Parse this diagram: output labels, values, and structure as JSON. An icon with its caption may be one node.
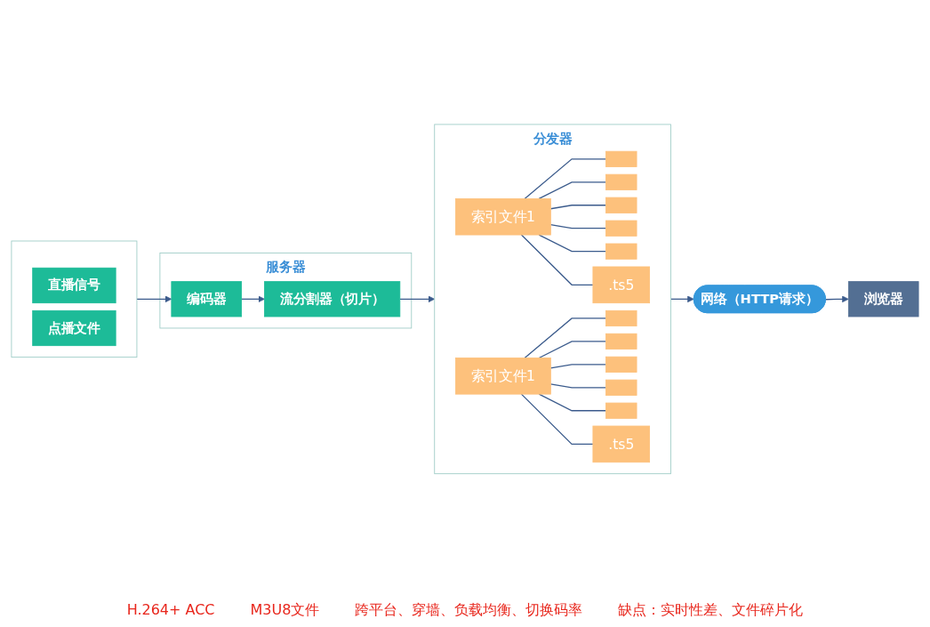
{
  "diagram": {
    "nodes": [
      {
        "text": [
          "服务器"
        ]
      },
      {
        "text": [
          "编码器"
        ],
        "in": 0
      },
      {
        "text": [
          "流分割器（切片）"
        ],
        "in": 0
      },
      {
        "text": [],
        "shape": "box"
      },
      {
        "text": [
          "直播信号"
        ],
        "in": 3
      },
      {
        "text": [
          "点播文件"
        ],
        "in": 3
      },
      {
        "text": [
          "分发器"
        ]
      },
      {
        "text": [
          "索引文件1"
        ],
        "in": 6
      },
      {
        "text": [],
        "shape": "box",
        "in": 6
      },
      {
        "text": [],
        "shape": "box",
        "in": 6
      },
      {
        "text": [],
        "shape": "box",
        "in": 6
      },
      {
        "text": [],
        "shape": "box",
        "in": 6
      },
      {
        "text": [],
        "shape": "box",
        "in": 6
      },
      {
        "text": [
          ".ts5"
        ],
        "in": 6
      },
      {
        "text": [
          "索引文件1"
        ],
        "in": 6
      },
      {
        "text": [],
        "shape": "box",
        "in": 6
      },
      {
        "text": [],
        "shape": "box",
        "in": 6
      },
      {
        "text": [],
        "shape": "box",
        "in": 6
      },
      {
        "text": [],
        "shape": "box",
        "in": 6
      },
      {
        "text": [],
        "shape": "box",
        "in": 6
      },
      {
        "text": [
          ".ts5"
        ],
        "in": 6
      },
      {
        "text": [
          "网络（HTTP请求）"
        ]
      },
      {
        "text": [
          "浏览器"
        ]
      }
    ],
    "edges": [
      {
        "from": 3,
        "to": 1,
        "arrow": "to"
      },
      {
        "from": 1,
        "to": 2,
        "arrow": "to"
      },
      {
        "from": 2,
        "to": 6,
        "arrow": "to"
      },
      {
        "from": 7,
        "to": 8,
        "arrow": "none"
      },
      {
        "from": 7,
        "to": 9,
        "arrow": "none"
      },
      {
        "from": 7,
        "to": 10,
        "arrow": "none"
      },
      {
        "from": 7,
        "to": 11,
        "arrow": "none"
      },
      {
        "from": 7,
        "to": 12,
        "arrow": "none"
      },
      {
        "from": 7,
        "to": 13,
        "arrow": "none"
      },
      {
        "from": 14,
        "to": 15,
        "arrow": "none"
      },
      {
        "from": 14,
        "to": 16,
        "arrow": "none"
      },
      {
        "from": 14,
        "to": 17,
        "arrow": "none"
      },
      {
        "from": 14,
        "to": 18,
        "arrow": "none"
      },
      {
        "from": 14,
        "to": 19,
        "arrow": "none"
      },
      {
        "from": 14,
        "to": 20,
        "arrow": "none"
      },
      {
        "from": 6,
        "to": 21,
        "arrow": "to"
      },
      {
        "from": 21,
        "to": 22,
        "arrow": "to"
      }
    ],
    "labels": [
      "H.264+ ACC",
      "M3U8文件",
      "跨平台、穿墙、负载均衡、切换码率",
      "缺点：实时性差、文件碎片化"
    ]
  }
}
